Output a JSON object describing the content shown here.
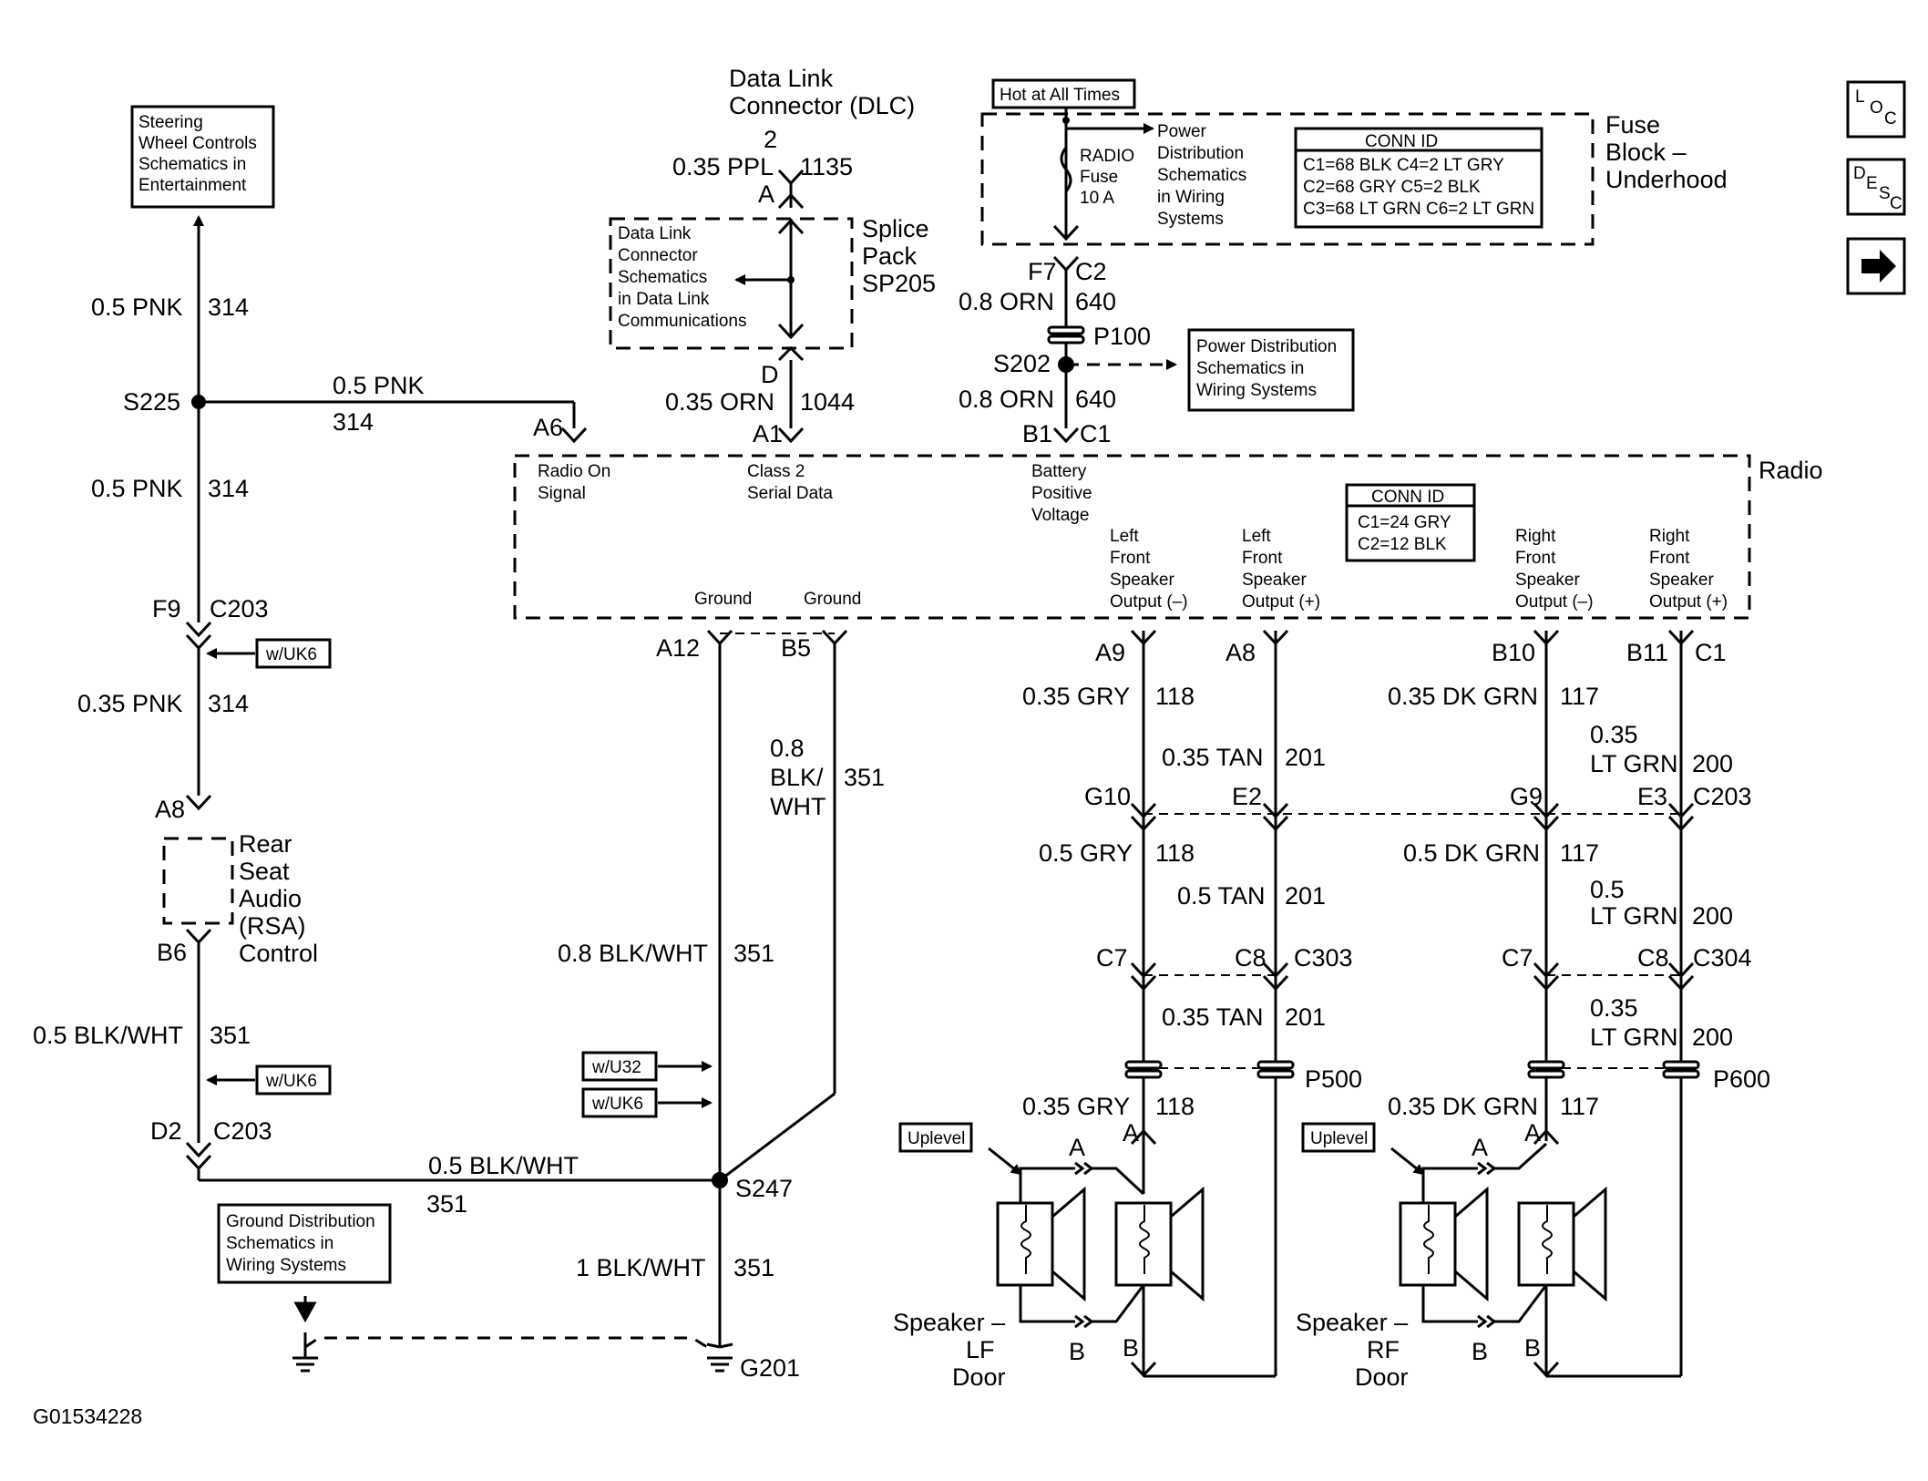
{
  "figure_id": "G01534228",
  "nav": {
    "loc": "LOC",
    "desc": "DESC"
  },
  "boxes": {
    "steering": [
      "Steering",
      "Wheel Controls",
      "Schematics in",
      "Entertainment"
    ],
    "dlc_schem": [
      "Data Link",
      "Connector",
      "Schematics",
      "in Data Link",
      "Communications"
    ],
    "hot": "Hot at All Times",
    "power_dist1": [
      "Power",
      "Distribution",
      "Schematics",
      "in Wiring",
      "Systems"
    ],
    "power_dist2": [
      "Power Distribution",
      "Schematics in",
      "Wiring Systems"
    ],
    "ground_dist": [
      "Ground Distribution",
      "Schematics in",
      "Wiring Systems"
    ],
    "conn_fuse": {
      "title": "CONN ID",
      "rows": [
        "C1=68 BLK  C4=2 LT GRY",
        "C2=68 GRY C5=2 BLK",
        "C3=68 LT GRN C6=2 LT GRN"
      ]
    },
    "conn_radio": {
      "title": "CONN ID",
      "rows": [
        "C1=24 GRY",
        "C2=12 BLK"
      ]
    },
    "wuk6": "w/UK6",
    "wu32": "w/U32",
    "uplevel": "Uplevel"
  },
  "components": {
    "dlc": [
      "Data Link",
      "Connector (DLC)"
    ],
    "splice": [
      "Splice",
      "Pack",
      "SP205"
    ],
    "fuse_block": [
      "Fuse",
      "Block –",
      "Underhood"
    ],
    "fuse": [
      "RADIO",
      "Fuse",
      "10 A"
    ],
    "radio": "Radio",
    "rsa": [
      "Rear",
      "Seat",
      "Audio",
      "(RSA)",
      "Control"
    ],
    "spk_lf": [
      "Speaker –",
      "LF",
      "Door"
    ],
    "spk_rf": [
      "Speaker –",
      "RF",
      "Door"
    ]
  },
  "radio_pins": {
    "radio_on": [
      "Radio On",
      "Signal"
    ],
    "class2": [
      "Class 2",
      "Serial Data"
    ],
    "battery": [
      "Battery",
      "Positive",
      "Voltage"
    ],
    "ground": "Ground",
    "lf_neg": [
      "Left",
      "Front",
      "Speaker",
      "Output (–)"
    ],
    "lf_pos": [
      "Left",
      "Front",
      "Speaker",
      "Output (+)"
    ],
    "rf_neg": [
      "Right",
      "Front",
      "Speaker",
      "Output (–)"
    ],
    "rf_pos": [
      "Right",
      "Front",
      "Speaker",
      "Output (+)"
    ]
  },
  "wires": {
    "w_05pnk": "0.5 PNK",
    "c314": "314",
    "w_035pnk": "0.35 PNK",
    "w_05bw": "0.5 BLK/WHT",
    "w_08bw": "0.8 BLK/WHT",
    "w_1bw": "1 BLK/WHT",
    "c351": "351",
    "w_08": "0.8",
    "w_blk": "BLK/",
    "w_wht": "WHT",
    "w_035ppl": "0.35 PPL",
    "c1135": "1135",
    "w_035orn": "0.35 ORN",
    "c1044": "1044",
    "w_08orn": "0.8 ORN",
    "c640": "640",
    "w_035gry": "0.35 GRY",
    "w_05gry": "0.5 GRY",
    "c118": "118",
    "w_035tan": "0.35 TAN",
    "w_05tan": "0.5 TAN",
    "c201": "201",
    "w_035dkgrn": "0.35 DK GRN",
    "w_05dkgrn": "0.5 DK GRN",
    "c117": "117",
    "w_035": "0.35",
    "w_05": "0.5",
    "w_ltgrn": "LT GRN",
    "c200": "200"
  },
  "pins": {
    "s225": "S225",
    "s247": "S247",
    "s202": "S202",
    "g201": "G201",
    "f9": "F9",
    "c203": "C203",
    "a8": "A8",
    "b6": "B6",
    "d2": "D2",
    "a6": "A6",
    "a1": "A1",
    "b1": "B1",
    "c1": "C1",
    "a12": "A12",
    "b5": "B5",
    "n2": "2",
    "a": "A",
    "d": "D",
    "f7": "F7",
    "c2": "C2",
    "p100": "P100",
    "a9": "A9",
    "b10": "B10",
    "b11": "B11",
    "g10": "G10",
    "e2": "E2",
    "g9": "G9",
    "e3": "E3",
    "c7": "C7",
    "c8": "C8",
    "c303": "C303",
    "c304": "C304",
    "p500": "P500",
    "p600": "P600",
    "b": "B"
  }
}
